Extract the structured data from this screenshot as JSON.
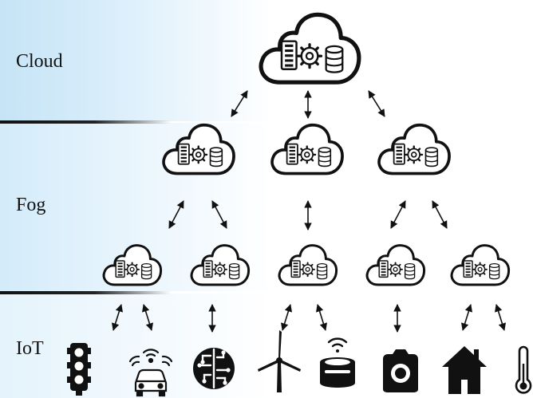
{
  "layers": {
    "cloud": "Cloud",
    "fog": "Fog",
    "iot": "IoT"
  },
  "colors": {
    "band": "#cfe8f8",
    "stroke": "#111111",
    "icon": "#111111"
  },
  "nodes": {
    "cloud": "cloud-server",
    "fog": [
      "fog-node-1",
      "fog-node-2",
      "fog-node-3"
    ],
    "edge": [
      "edge-node-1",
      "edge-node-2",
      "edge-node-3",
      "edge-node-4",
      "edge-node-5"
    ]
  },
  "devices": [
    "traffic-light-icon",
    "connected-car-icon",
    "chip-brain-icon",
    "wind-turbine-icon",
    "smart-speaker-icon",
    "camera-icon",
    "home-icon",
    "thermometer-icon"
  ]
}
